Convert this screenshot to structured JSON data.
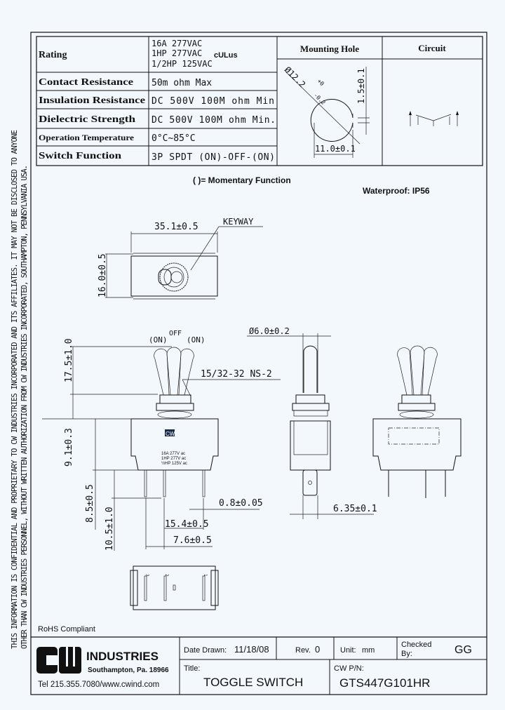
{
  "disclaimer": {
    "line1": "THIS INFORMATION IS CONFIDENTIAL AND PROPRIETARY TO CW INDUSTRIES INCORPORATED AND ITS AFFILIATES.  IT MAY NOT BE DISCLOSED TO ANYONE",
    "line2": "OTHER THAN CW INDUSTRIES PERSONNEL, WITHOUT WRITTEN AUTHORIZATION FROM CW INDUSTRIES INCORPORATED, SOUTHAMPTON, PENNSYLVANIA USA."
  },
  "specs": [
    {
      "label": "Rating",
      "value": [
        "16A 277VAC",
        "1HP 277VAC",
        "1/2HP 125VAC"
      ],
      "mark": "cULus"
    },
    {
      "label": "Contact Resistance",
      "value": "50m ohm Max"
    },
    {
      "label": "Insulation Resistance",
      "value": "DC 500V 100M ohm Min"
    },
    {
      "label": "Dielectric Strength",
      "value": "DC 500V 100M ohm Min."
    },
    {
      "label": "Operation Temperature",
      "value": "0°C~85°C"
    },
    {
      "label": "Switch Function",
      "value": "3P SPDT (ON)-OFF-(ON)"
    }
  ],
  "mounting_hole": {
    "header": "Mounting Hole",
    "diameter": "Ø12.2",
    "tol_plus": "+0",
    "tol_minus": "-0.2",
    "flat": "1.5±0.1",
    "width": "11.0±0.1"
  },
  "circuit": {
    "header": "Circuit"
  },
  "notes": {
    "momentary": "( )= Momentary Function",
    "waterproof": "Waterproof: IP56"
  },
  "top_view": {
    "width": "35.1±0.5",
    "height": "16.0±0.5",
    "keyway": "KEYWAY"
  },
  "front_view": {
    "pos_left": "(ON)",
    "pos_mid": "OFF",
    "pos_right": "(ON)",
    "thread": "15/32-32 NS-2",
    "lever_height": "17.5±1.0",
    "body_height": "9.1±0.3",
    "pin_len": "8.5±0.5",
    "pin_total": "10.5±1.0",
    "pin_thk": "0.8±0.05",
    "pin_span": "15.4±0.5",
    "pin_pitch": "7.6±0.5",
    "body_logo": "CW",
    "body_text": [
      "16A 277V ac",
      "1HP 277V ac",
      "½HP 125V ac"
    ]
  },
  "side_view": {
    "lever_dia": "Ø6.0±0.2",
    "tab_width": "6.35±0.1"
  },
  "bottom_view": {
    "pins": [
      "3",
      "2",
      "1"
    ]
  },
  "title_block": {
    "rohs": "RoHS Compliant",
    "company": "INDUSTRIES",
    "address": "Southampton, Pa. 18966",
    "contact": "Tel 215.355.7080/www.cwind.com",
    "date_label": "Date Drawn:",
    "date": "11/18/08",
    "rev_label": "Rev.",
    "rev": "0",
    "unit_label": "Unit:",
    "unit": "mm",
    "checked_label1": "Checked",
    "checked_label2": "By:",
    "checked": "GG",
    "title_label": "Title:",
    "title": "TOGGLE SWITCH",
    "pn_label": "CW P/N:",
    "pn": "GTS447G101HR"
  }
}
